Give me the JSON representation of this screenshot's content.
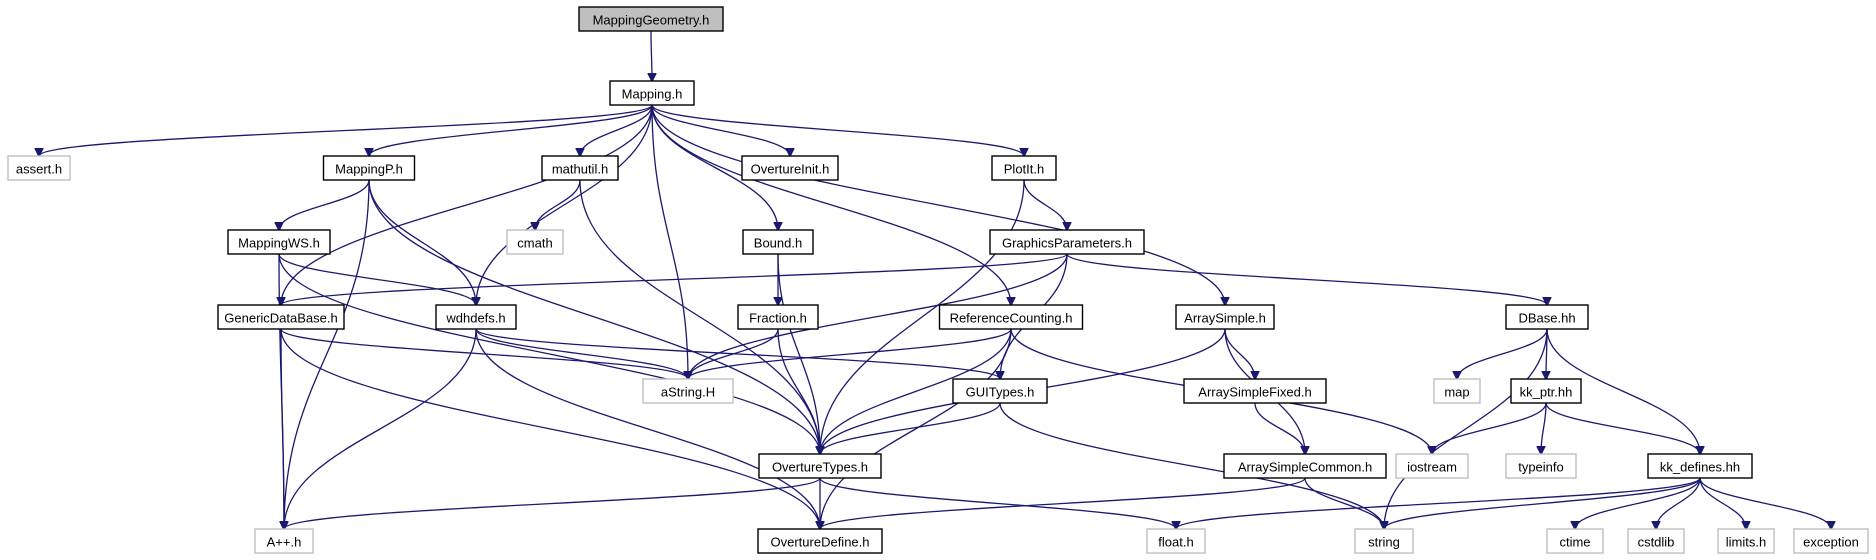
{
  "colors": {
    "edge": "#191970",
    "root_fill": "#bfbfbf",
    "node_fill": "#ffffff",
    "node_border": "#000000",
    "missing_border": "#bfbfbf",
    "missing_text": "#000000"
  },
  "nodes": [
    {
      "id": "MappingGeometry",
      "label": "MappingGeometry.h",
      "kind": "root"
    },
    {
      "id": "Mapping",
      "label": "Mapping.h",
      "kind": "file"
    },
    {
      "id": "assert",
      "label": "assert.h",
      "kind": "missing"
    },
    {
      "id": "MappingP",
      "label": "MappingP.h",
      "kind": "file"
    },
    {
      "id": "mathutil",
      "label": "mathutil.h",
      "kind": "file"
    },
    {
      "id": "OvertureInit",
      "label": "OvertureInit.h",
      "kind": "file"
    },
    {
      "id": "PlotIt",
      "label": "PlotIt.h",
      "kind": "file"
    },
    {
      "id": "MappingWS",
      "label": "MappingWS.h",
      "kind": "file"
    },
    {
      "id": "cmath",
      "label": "cmath",
      "kind": "missing"
    },
    {
      "id": "Bound",
      "label": "Bound.h",
      "kind": "file"
    },
    {
      "id": "GraphicsParameters",
      "label": "GraphicsParameters.h",
      "kind": "file"
    },
    {
      "id": "GenericDataBase",
      "label": "GenericDataBase.h",
      "kind": "file"
    },
    {
      "id": "wdhdefs",
      "label": "wdhdefs.h",
      "kind": "file"
    },
    {
      "id": "Fraction",
      "label": "Fraction.h",
      "kind": "file"
    },
    {
      "id": "ReferenceCounting",
      "label": "ReferenceCounting.h",
      "kind": "file"
    },
    {
      "id": "ArraySimple",
      "label": "ArraySimple.h",
      "kind": "file"
    },
    {
      "id": "DBase",
      "label": "DBase.hh",
      "kind": "file"
    },
    {
      "id": "aString",
      "label": "aString.H",
      "kind": "missing"
    },
    {
      "id": "GUITypes",
      "label": "GUITypes.h",
      "kind": "file"
    },
    {
      "id": "ArraySimpleFixed",
      "label": "ArraySimpleFixed.h",
      "kind": "file"
    },
    {
      "id": "map",
      "label": "map",
      "kind": "missing"
    },
    {
      "id": "kk_ptr",
      "label": "kk_ptr.hh",
      "kind": "file"
    },
    {
      "id": "OvertureTypes",
      "label": "OvertureTypes.h",
      "kind": "file"
    },
    {
      "id": "ArraySimpleCommon",
      "label": "ArraySimpleCommon.h",
      "kind": "file"
    },
    {
      "id": "iostream",
      "label": "iostream",
      "kind": "missing"
    },
    {
      "id": "typeinfo",
      "label": "typeinfo",
      "kind": "missing"
    },
    {
      "id": "kk_defines",
      "label": "kk_defines.hh",
      "kind": "file"
    },
    {
      "id": "App",
      "label": "A++.h",
      "kind": "missing"
    },
    {
      "id": "OvertureDefine",
      "label": "OvertureDefine.h",
      "kind": "file"
    },
    {
      "id": "float",
      "label": "float.h",
      "kind": "missing"
    },
    {
      "id": "string",
      "label": "string",
      "kind": "missing"
    },
    {
      "id": "ctime",
      "label": "ctime",
      "kind": "missing"
    },
    {
      "id": "cstdlib",
      "label": "cstdlib",
      "kind": "missing"
    },
    {
      "id": "limits",
      "label": "limits.h",
      "kind": "missing"
    },
    {
      "id": "exception",
      "label": "exception",
      "kind": "missing"
    }
  ],
  "edges": [
    [
      "MappingGeometry",
      "Mapping"
    ],
    [
      "Mapping",
      "assert"
    ],
    [
      "Mapping",
      "MappingP"
    ],
    [
      "Mapping",
      "mathutil"
    ],
    [
      "Mapping",
      "OvertureInit"
    ],
    [
      "Mapping",
      "PlotIt"
    ],
    [
      "Mapping",
      "GenericDataBase"
    ],
    [
      "Mapping",
      "wdhdefs"
    ],
    [
      "Mapping",
      "aString"
    ],
    [
      "Mapping",
      "Bound"
    ],
    [
      "Mapping",
      "ReferenceCounting"
    ],
    [
      "Mapping",
      "ArraySimple"
    ],
    [
      "MappingP",
      "MappingWS"
    ],
    [
      "MappingP",
      "wdhdefs"
    ],
    [
      "MappingP",
      "OvertureTypes"
    ],
    [
      "MappingP",
      "App"
    ],
    [
      "mathutil",
      "cmath"
    ],
    [
      "mathutil",
      "OvertureTypes"
    ],
    [
      "PlotIt",
      "GraphicsParameters"
    ],
    [
      "PlotIt",
      "OvertureTypes"
    ],
    [
      "MappingWS",
      "wdhdefs"
    ],
    [
      "MappingWS",
      "OvertureTypes"
    ],
    [
      "MappingWS",
      "App"
    ],
    [
      "Bound",
      "Fraction"
    ],
    [
      "Bound",
      "OvertureTypes"
    ],
    [
      "GraphicsParameters",
      "GenericDataBase"
    ],
    [
      "GraphicsParameters",
      "aString"
    ],
    [
      "GraphicsParameters",
      "GUITypes"
    ],
    [
      "GraphicsParameters",
      "DBase"
    ],
    [
      "GenericDataBase",
      "aString"
    ],
    [
      "GenericDataBase",
      "App"
    ],
    [
      "GenericDataBase",
      "OvertureDefine"
    ],
    [
      "wdhdefs",
      "aString"
    ],
    [
      "wdhdefs",
      "GUITypes"
    ],
    [
      "wdhdefs",
      "App"
    ],
    [
      "wdhdefs",
      "OvertureDefine"
    ],
    [
      "Fraction",
      "aString"
    ],
    [
      "Fraction",
      "OvertureTypes"
    ],
    [
      "ReferenceCounting",
      "aString"
    ],
    [
      "ReferenceCounting",
      "OvertureTypes"
    ],
    [
      "ReferenceCounting",
      "OvertureDefine"
    ],
    [
      "ReferenceCounting",
      "iostream"
    ],
    [
      "ArraySimple",
      "ArraySimpleFixed"
    ],
    [
      "ArraySimple",
      "ArraySimpleCommon"
    ],
    [
      "ArraySimple",
      "OvertureTypes"
    ],
    [
      "DBase",
      "map"
    ],
    [
      "DBase",
      "kk_ptr"
    ],
    [
      "DBase",
      "kk_defines"
    ],
    [
      "DBase",
      "string"
    ],
    [
      "GUITypes",
      "OvertureTypes"
    ],
    [
      "GUITypes",
      "string"
    ],
    [
      "ArraySimpleFixed",
      "ArraySimpleCommon"
    ],
    [
      "ArraySimpleCommon",
      "OvertureDefine"
    ],
    [
      "ArraySimpleCommon",
      "string"
    ],
    [
      "kk_ptr",
      "iostream"
    ],
    [
      "kk_ptr",
      "typeinfo"
    ],
    [
      "kk_ptr",
      "kk_defines"
    ],
    [
      "OvertureTypes",
      "App"
    ],
    [
      "OvertureTypes",
      "OvertureDefine"
    ],
    [
      "OvertureTypes",
      "float"
    ],
    [
      "kk_defines",
      "float"
    ],
    [
      "kk_defines",
      "string"
    ],
    [
      "kk_defines",
      "ctime"
    ],
    [
      "kk_defines",
      "cstdlib"
    ],
    [
      "kk_defines",
      "limits"
    ],
    [
      "kk_defines",
      "exception"
    ]
  ]
}
